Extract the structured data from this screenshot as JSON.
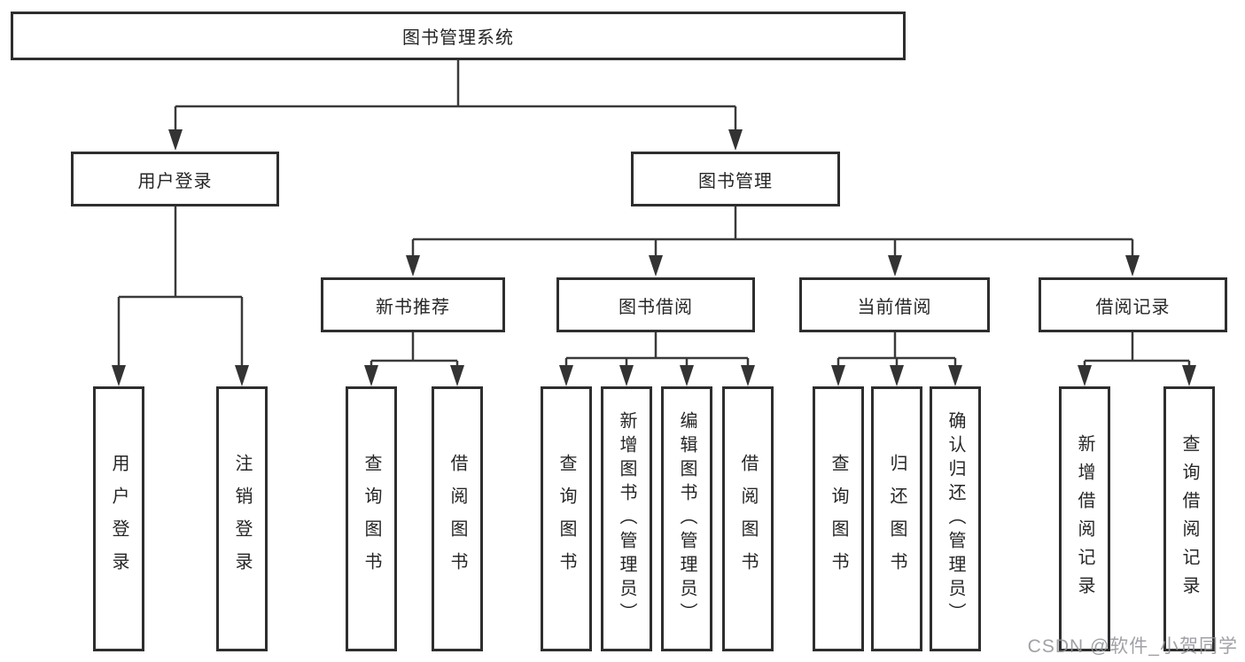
{
  "diagram_type": "hierarchy-tree",
  "tree": {
    "label": "图书管理系统",
    "children": [
      {
        "label": "用户登录",
        "children": [
          {
            "label": "用户登录"
          },
          {
            "label": "注销登录"
          }
        ]
      },
      {
        "label": "图书管理",
        "children": [
          {
            "label": "新书推荐",
            "children": [
              {
                "label": "查询图书"
              },
              {
                "label": "借阅图书"
              }
            ]
          },
          {
            "label": "图书借阅",
            "children": [
              {
                "label": "查询图书"
              },
              {
                "label": "新增图书（管理员）"
              },
              {
                "label": "编辑图书（管理员）"
              },
              {
                "label": "借阅图书"
              }
            ]
          },
          {
            "label": "当前借阅",
            "children": [
              {
                "label": "查询图书"
              },
              {
                "label": "归还图书"
              },
              {
                "label": "确认归还（管理员）"
              }
            ]
          },
          {
            "label": "借阅记录",
            "children": [
              {
                "label": "新增借阅记录"
              },
              {
                "label": "查询借阅记录"
              }
            ]
          }
        ]
      }
    ]
  },
  "watermark": {
    "text": "CSDN @软件_小贺同学",
    "color": "#8e9196"
  },
  "colors": {
    "background": "#ffffff",
    "box_border": "#2e2e2e",
    "line": "#3a3a3a",
    "text": "#262626"
  }
}
